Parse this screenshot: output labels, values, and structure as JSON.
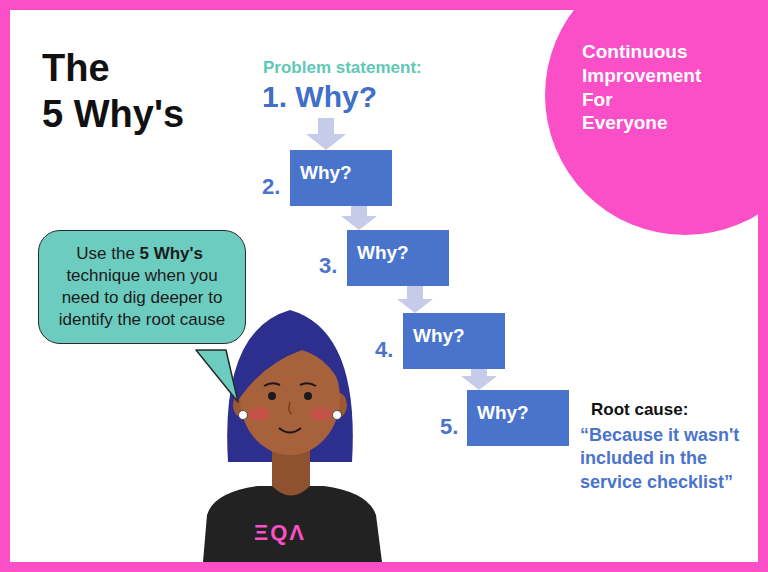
{
  "diagram": {
    "title": "The 5 Why's",
    "nodes": [
      {
        "text": [
          "Continuous Improvement For Everyone"
        ]
      },
      {
        "text": [
          "Why?"
        ]
      },
      {
        "text": [
          "Why?"
        ]
      },
      {
        "text": [
          "Why?"
        ]
      },
      {
        "text": [
          "Why?"
        ]
      },
      {
        "text": [
          "Use the",
          "5 Why's",
          "technique when you need to dig deeper to identify the root cause"
        ]
      }
    ],
    "edges": [
      {
        "from": 1,
        "to": 2,
        "arrow": "to"
      },
      {
        "from": 2,
        "to": 3,
        "arrow": "to"
      },
      {
        "from": 3,
        "to": 4,
        "arrow": "to"
      }
    ],
    "labels": [
      "Problem statement:",
      "1. Why?",
      "2.",
      "3.",
      "4.",
      "5.",
      "Root cause:",
      "“Because it wasn't included in the service checklist”",
      "ΞQΛ"
    ]
  }
}
